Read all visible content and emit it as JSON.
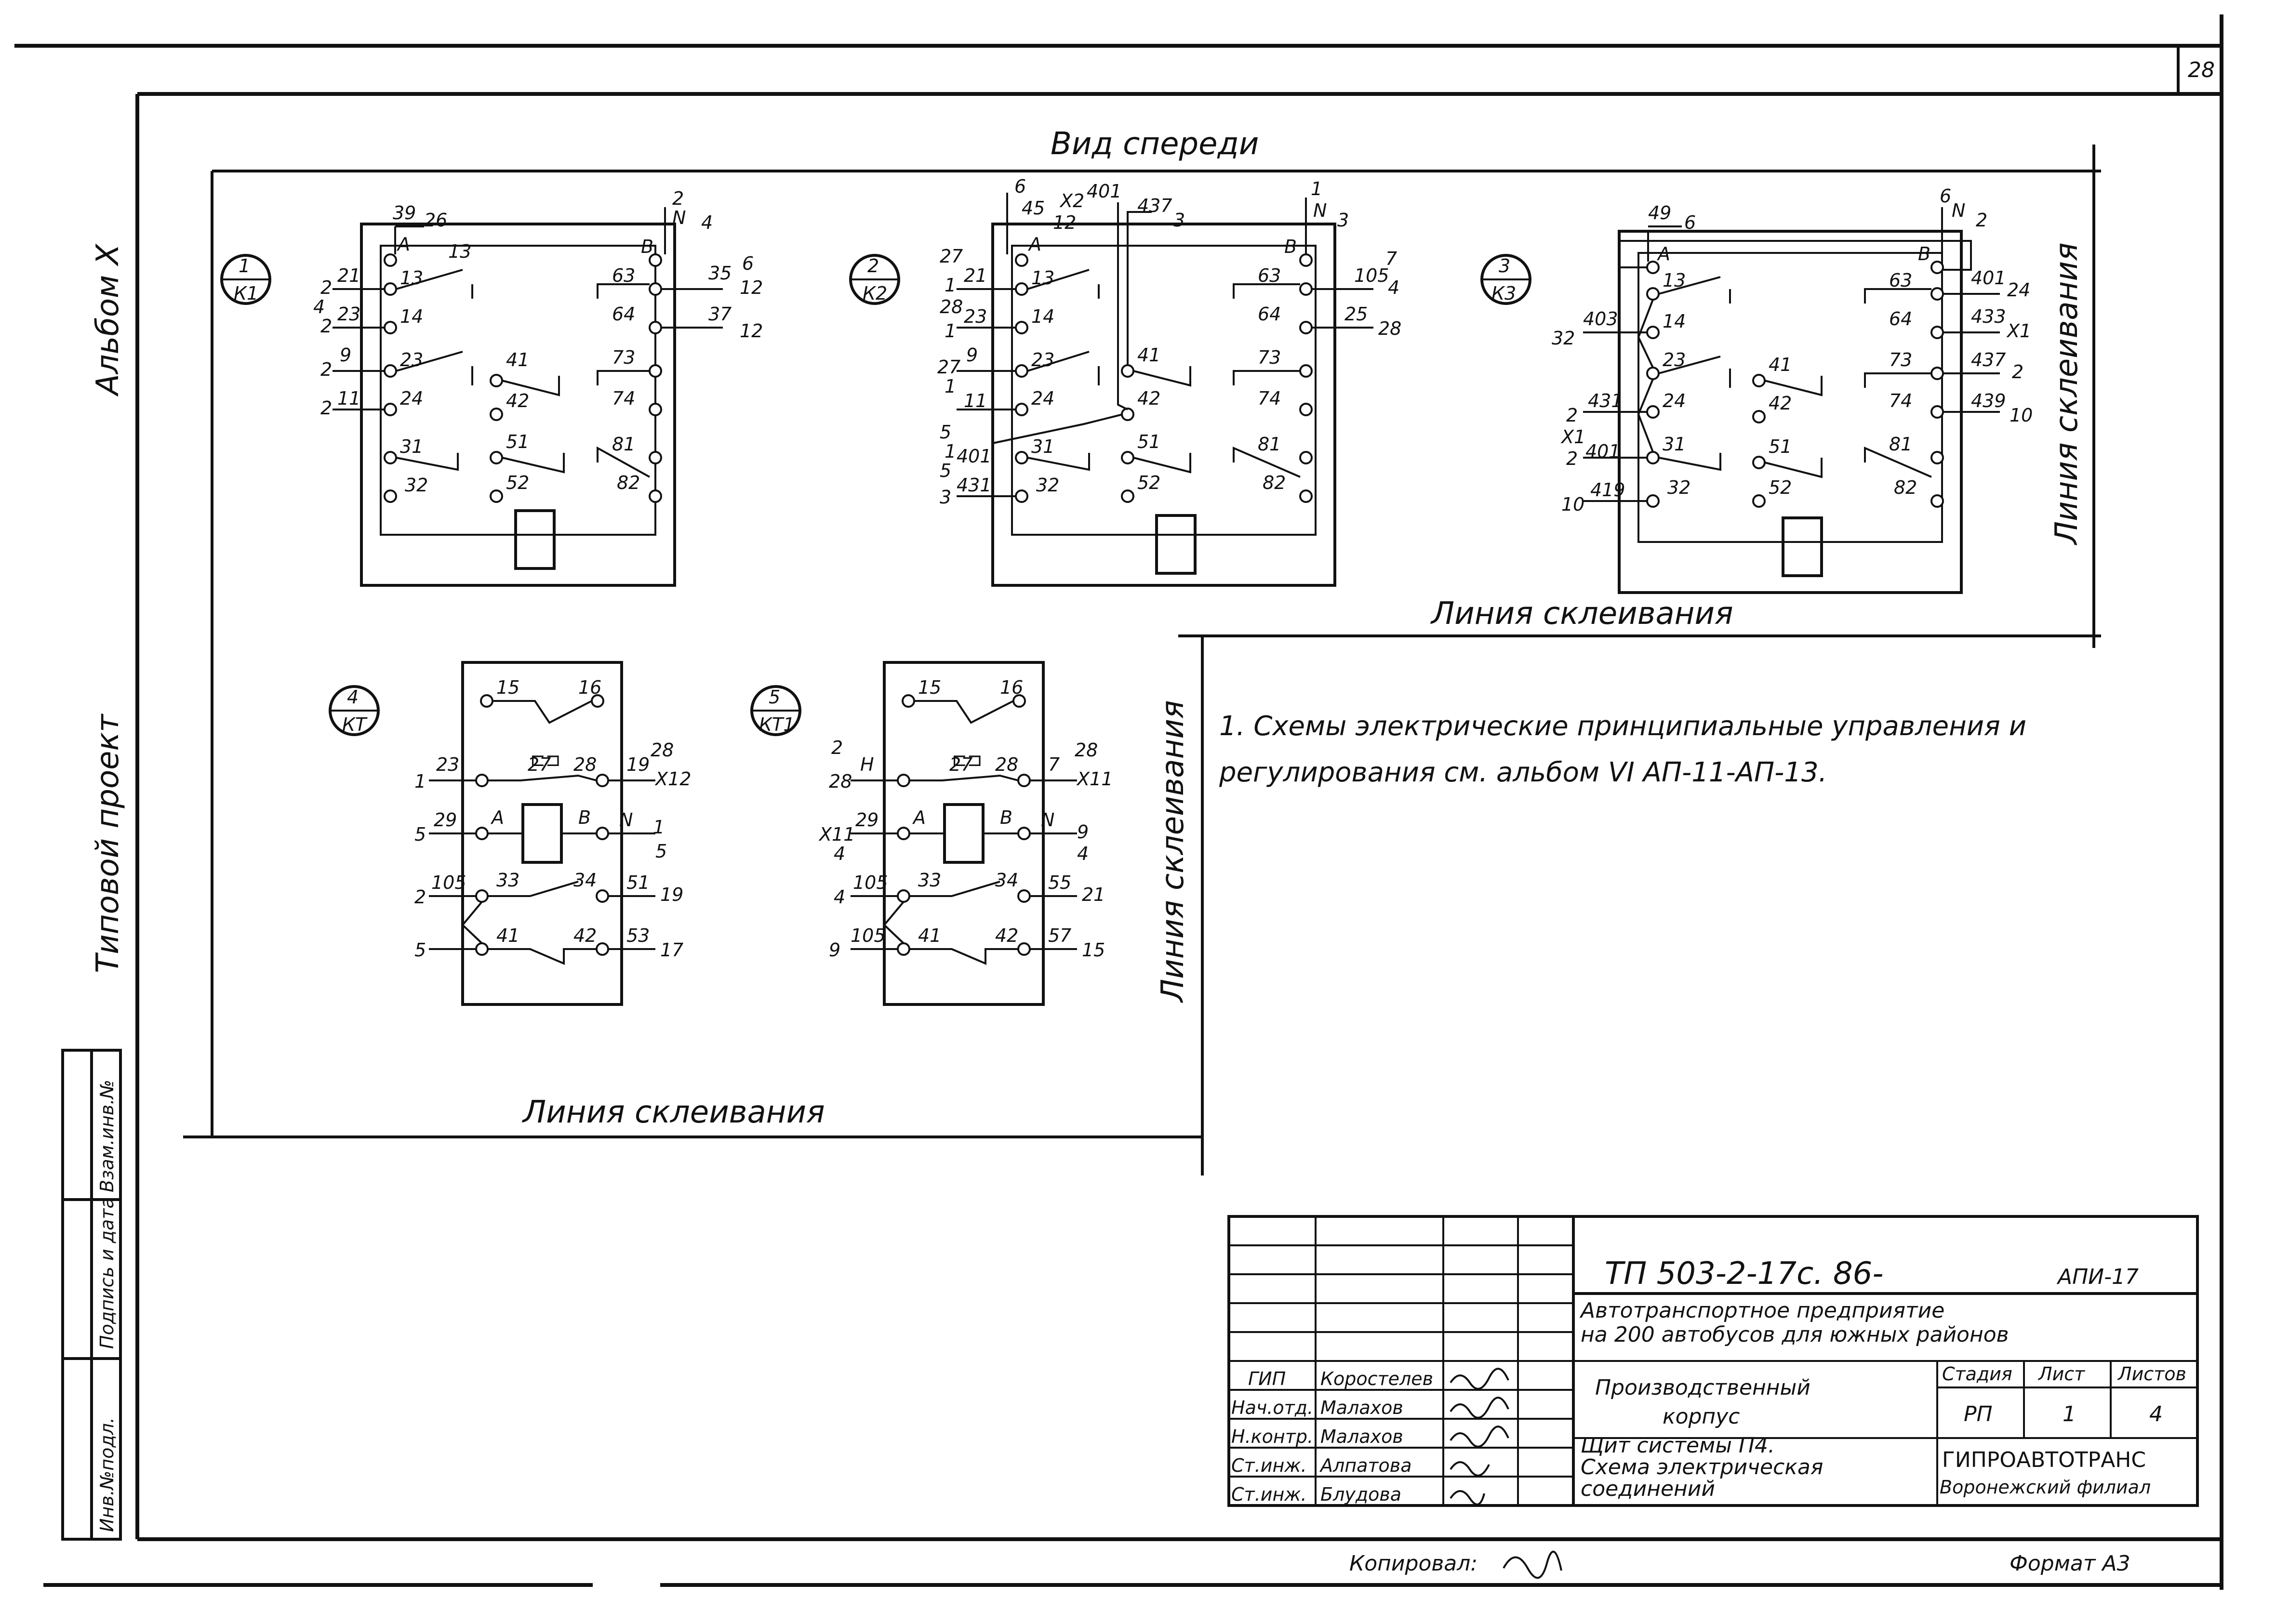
{
  "sheet": {
    "page_number": "28",
    "view_title": "Вид спереди",
    "glue_line_label": "Линия склеивания",
    "left_margin": {
      "album": "Альбом X",
      "project_type": "Типовой проект",
      "stamp_fields": [
        "Инв.№подл.",
        "Подпись и дата",
        "Взам.инв.№"
      ]
    },
    "note": "1. Схемы электрические принципиальные управления и регулирования см. альбом VI АП-11-АП-13."
  },
  "devices": [
    {
      "num": "1",
      "code": "К1"
    },
    {
      "num": "2",
      "code": "К2"
    },
    {
      "num": "3",
      "code": "К3"
    },
    {
      "num": "4",
      "code": "КТ"
    },
    {
      "num": "5",
      "code": "КТ1"
    }
  ],
  "relay_k1": {
    "top_left": [
      "39",
      "26",
      "A"
    ],
    "top_right": [
      "2",
      "N",
      "4",
      "B"
    ],
    "left_wires": [
      "2",
      "21",
      "4",
      "2",
      "23",
      "2",
      "9",
      "2",
      "11"
    ],
    "right_wires": [
      "35",
      "6",
      "12",
      "37",
      "12"
    ],
    "contacts": [
      "13",
      "14",
      "23",
      "24",
      "31",
      "32",
      "41",
      "42",
      "51",
      "52",
      "63",
      "64",
      "73",
      "74",
      "81",
      "82"
    ]
  },
  "relay_k2": {
    "top_left": [
      "6",
      "45",
      "12",
      "A",
      "X2",
      "401",
      "437",
      "3"
    ],
    "top_right": [
      "1",
      "N",
      "3",
      "B"
    ],
    "left_wires": [
      "27",
      "1",
      "21",
      "28",
      "1",
      "23",
      "27",
      "9",
      "1",
      "11",
      "5",
      "1",
      "5",
      "401",
      "3",
      "431"
    ],
    "right_wires": [
      "7",
      "105",
      "4",
      "25",
      "28"
    ],
    "contacts": [
      "13",
      "14",
      "23",
      "24",
      "31",
      "32",
      "41",
      "42",
      "51",
      "52",
      "63",
      "64",
      "73",
      "74",
      "81",
      "82"
    ]
  },
  "relay_k3": {
    "top_left": [
      "49",
      "6",
      "A"
    ],
    "top_right": [
      "6",
      "N",
      "2",
      "B"
    ],
    "left_wires": [
      "32",
      "403",
      "2",
      "431",
      "X1",
      "401",
      "2",
      "10",
      "419"
    ],
    "right_wires": [
      "401",
      "24",
      "433",
      "X1",
      "437",
      "2",
      "439",
      "10"
    ],
    "contacts": [
      "13",
      "14",
      "23",
      "24",
      "31",
      "32",
      "41",
      "42",
      "51",
      "52",
      "63",
      "64",
      "73",
      "74",
      "81",
      "82"
    ]
  },
  "timer_kt": {
    "contacts": [
      "15",
      "16",
      "27",
      "28",
      "A",
      "B",
      "33",
      "34",
      "41",
      "42"
    ],
    "left_wires": [
      "1",
      "23",
      "5",
      "29",
      "2",
      "105",
      "5"
    ],
    "right_wires": [
      "19",
      "28",
      "X12",
      "N",
      "1",
      "5",
      "51",
      "19",
      "53",
      "17"
    ]
  },
  "timer_kt1": {
    "contacts": [
      "15",
      "16",
      "27",
      "28",
      "A",
      "B",
      "33",
      "34",
      "41",
      "42"
    ],
    "left_wires": [
      "2",
      "H",
      "28",
      "X11",
      "29",
      "4",
      "4",
      "105",
      "9",
      "105"
    ],
    "right_wires": [
      "7",
      "28",
      "X11",
      "N",
      "9",
      "4",
      "55",
      "21",
      "57",
      "15"
    ]
  },
  "title_block": {
    "doc_number": "ТП  503-2-17с. 86-",
    "doc_suffix": "АПИ-17",
    "object_line1": "Автотранспортное предприятие",
    "object_line2": "на 200 автобусов для южных районов",
    "building_line1": "Производственный",
    "building_line2": "корпус",
    "sheet_title_line1": "Щит системы П4.",
    "sheet_title_line2": "Схема электрическая",
    "sheet_title_line3": "соединений",
    "stage_label": "Стадия",
    "sheet_label": "Лист",
    "sheets_label": "Листов",
    "stage": "РП",
    "sheet": "1",
    "sheets": "4",
    "org": "ГИПРОАВТОТРАНС",
    "branch": "Воронежский филиал",
    "staff": [
      {
        "role": "ГИП",
        "name": "Коростелев"
      },
      {
        "role": "Нач.отд.",
        "name": "Малахов"
      },
      {
        "role": "Н.контр.",
        "name": "Малахов"
      },
      {
        "role": "Ст.инж.",
        "name": "Алпатова"
      },
      {
        "role": "Ст.инж.",
        "name": "Блудова"
      }
    ]
  },
  "footer": {
    "copied": "Копировал:",
    "format": "Формат А3"
  }
}
